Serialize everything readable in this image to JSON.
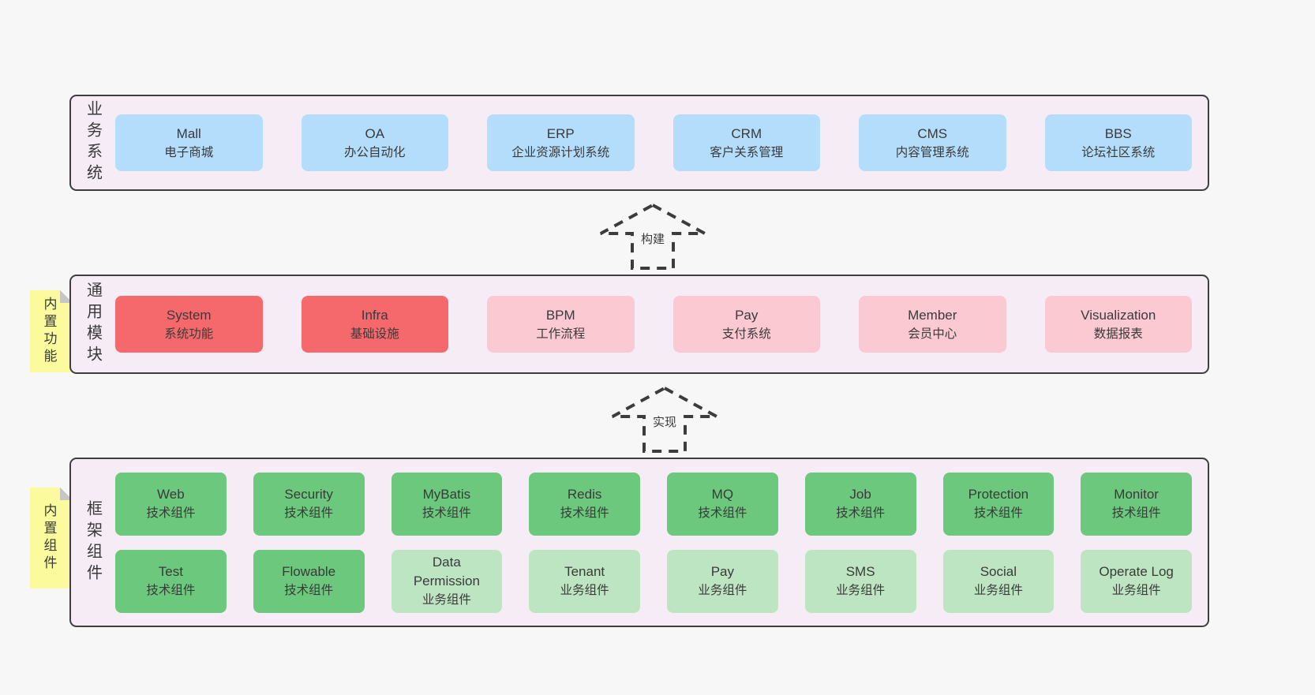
{
  "colors": {
    "background": "#f7f7f7",
    "band_bg": "#f6ecf5",
    "band_border": "#3f3f3f",
    "blue": "#b3ddfa",
    "red": "#f5696d",
    "pink": "#fbc9d2",
    "green": "#6bc87c",
    "light_green": "#bee5c2",
    "sticky": "#fbfb9e",
    "sticky_fold": "#c6c6c6",
    "text": "#3a3a3a"
  },
  "arrows": [
    {
      "label": "构建"
    },
    {
      "label": "实现"
    }
  ],
  "bands": [
    {
      "label": "业务系统",
      "boxes": [
        {
          "name": "Mall",
          "desc": "电子商城",
          "variant": "blue"
        },
        {
          "name": "OA",
          "desc": "办公自动化",
          "variant": "blue"
        },
        {
          "name": "ERP",
          "desc": "企业资源计划系统",
          "variant": "blue"
        },
        {
          "name": "CRM",
          "desc": "客户关系管理",
          "variant": "blue"
        },
        {
          "name": "CMS",
          "desc": "内容管理系统",
          "variant": "blue"
        },
        {
          "name": "BBS",
          "desc": "论坛社区系统",
          "variant": "blue"
        }
      ]
    },
    {
      "label": "通用模块",
      "sticky": "内置功能",
      "boxes": [
        {
          "name": "System",
          "desc": "系统功能",
          "variant": "red"
        },
        {
          "name": "Infra",
          "desc": "基础设施",
          "variant": "red"
        },
        {
          "name": "BPM",
          "desc": "工作流程",
          "variant": "pink"
        },
        {
          "name": "Pay",
          "desc": "支付系统",
          "variant": "pink"
        },
        {
          "name": "Member",
          "desc": "会员中心",
          "variant": "pink"
        },
        {
          "name": "Visualization",
          "desc": "数据报表",
          "variant": "pink"
        }
      ]
    },
    {
      "label": "框架组件",
      "sticky": "内置组件",
      "rows": [
        [
          {
            "name": "Web",
            "desc": "技术组件",
            "variant": "green"
          },
          {
            "name": "Security",
            "desc": "技术组件",
            "variant": "green"
          },
          {
            "name": "MyBatis",
            "desc": "技术组件",
            "variant": "green"
          },
          {
            "name": "Redis",
            "desc": "技术组件",
            "variant": "green"
          },
          {
            "name": "MQ",
            "desc": "技术组件",
            "variant": "green"
          },
          {
            "name": "Job",
            "desc": "技术组件",
            "variant": "green"
          },
          {
            "name": "Protection",
            "desc": "技术组件",
            "variant": "green"
          },
          {
            "name": "Monitor",
            "desc": "技术组件",
            "variant": "green"
          }
        ],
        [
          {
            "name": "Test",
            "desc": "技术组件",
            "variant": "green"
          },
          {
            "name": "Flowable",
            "desc": "技术组件",
            "variant": "green"
          },
          {
            "name": "Data Permission",
            "desc": "业务组件",
            "variant": "lightgreen"
          },
          {
            "name": "Tenant",
            "desc": "业务组件",
            "variant": "lightgreen"
          },
          {
            "name": "Pay",
            "desc": "业务组件",
            "variant": "lightgreen"
          },
          {
            "name": "SMS",
            "desc": "业务组件",
            "variant": "lightgreen"
          },
          {
            "name": "Social",
            "desc": "业务组件",
            "variant": "lightgreen"
          },
          {
            "name": "Operate Log",
            "desc": "业务组件",
            "variant": "lightgreen"
          }
        ]
      ]
    }
  ]
}
